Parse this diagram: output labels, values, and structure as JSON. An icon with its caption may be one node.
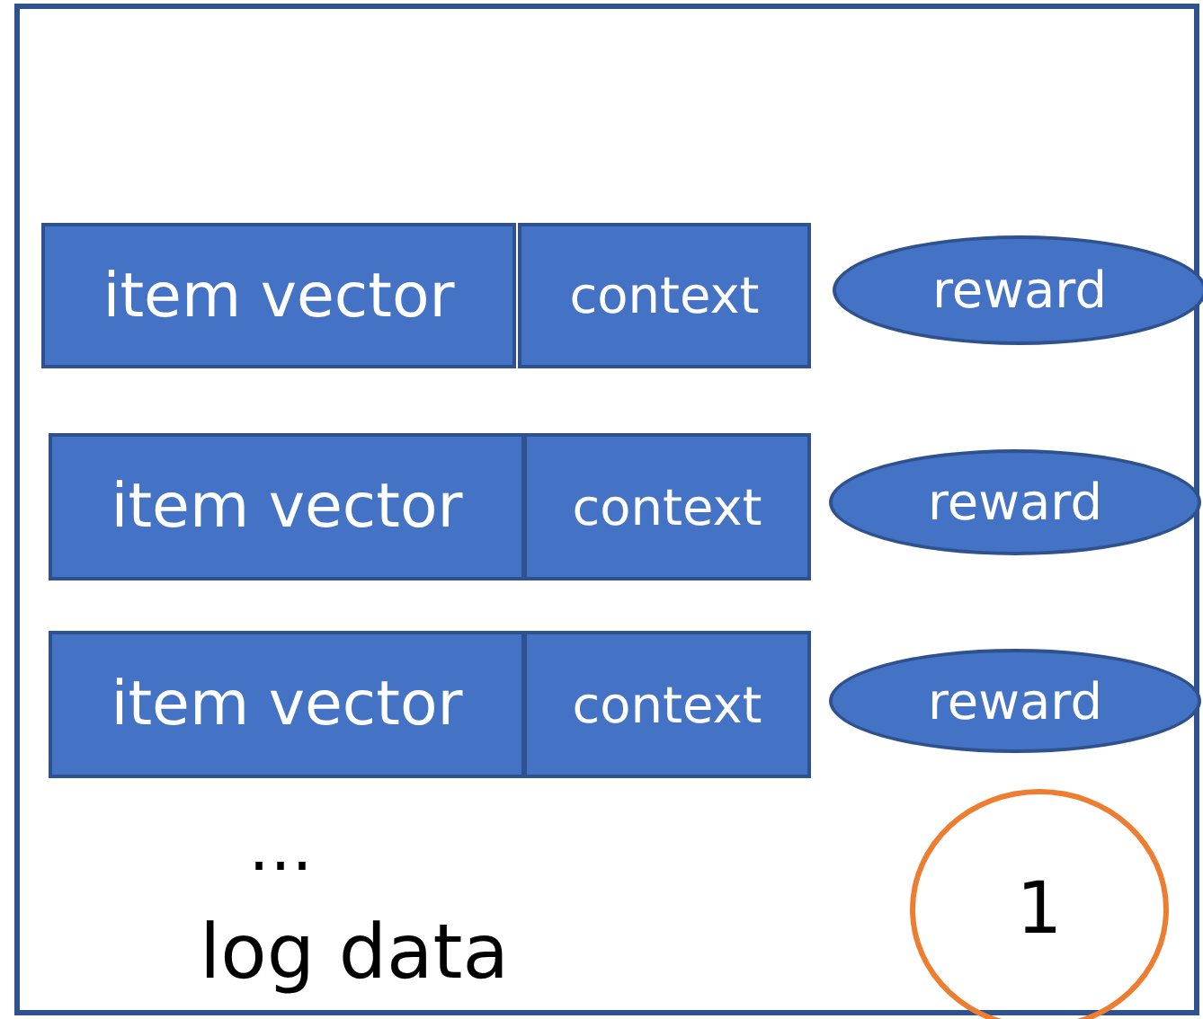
{
  "diagram": {
    "nodes": [
      {
        "text": [
          "log data"
        ]
      },
      {
        "text": [
          "item vector"
        ],
        "in": 0
      },
      {
        "text": [
          "context"
        ],
        "in": 0
      },
      {
        "text": [
          "reward"
        ],
        "in": 0
      },
      {
        "text": [
          "item vector"
        ],
        "in": 0
      },
      {
        "text": [
          "context"
        ],
        "in": 0
      },
      {
        "text": [
          "reward"
        ],
        "in": 0
      },
      {
        "text": [
          "item vector"
        ],
        "in": 0
      },
      {
        "text": [
          "context"
        ],
        "in": 0
      },
      {
        "text": [
          "reward"
        ],
        "in": 0
      },
      {
        "text": [
          "1"
        ],
        "in": 0
      }
    ],
    "labels": [
      "…"
    ]
  }
}
